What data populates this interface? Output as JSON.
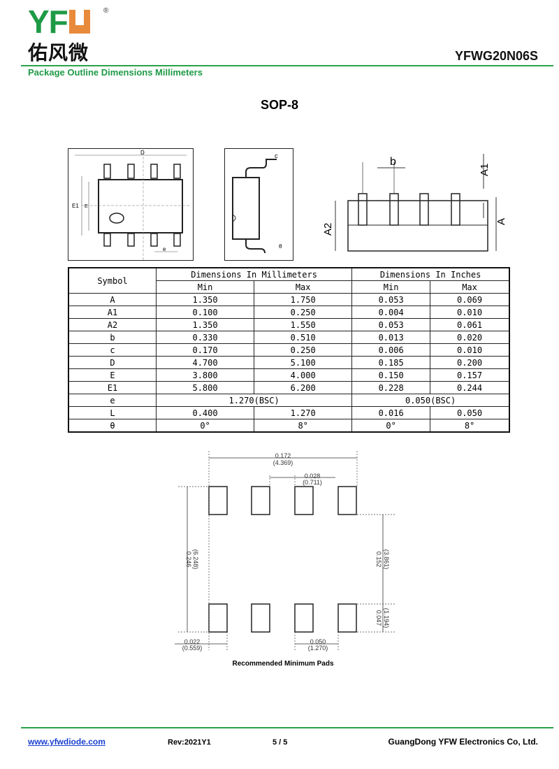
{
  "header": {
    "logo_text": "YFW",
    "logo_chinese": "佑风微",
    "part_number": "YFWG20N06S",
    "subtitle": "Package Outline Dimensions Millimeters"
  },
  "package_name": "SOP-8",
  "drawing_labels": {
    "D": "D",
    "E": "E",
    "E1": "E1",
    "e": "e",
    "c": "c",
    "theta": "θ",
    "b": "b",
    "A1": "A1",
    "A2": "A2",
    "A": "A"
  },
  "table": {
    "symbol_header": "Symbol",
    "mm_header": "Dimensions In Millimeters",
    "in_header": "Dimensions In Inches",
    "min": "Min",
    "max": "Max",
    "rows": [
      {
        "symbol": "A",
        "mm_min": "1.350",
        "mm_max": "1.750",
        "in_min": "0.053",
        "in_max": "0.069"
      },
      {
        "symbol": "A1",
        "mm_min": "0.100",
        "mm_max": "0.250",
        "in_min": "0.004",
        "in_max": "0.010"
      },
      {
        "symbol": "A2",
        "mm_min": "1.350",
        "mm_max": "1.550",
        "in_min": "0.053",
        "in_max": "0.061"
      },
      {
        "symbol": "b",
        "mm_min": "0.330",
        "mm_max": "0.510",
        "in_min": "0.013",
        "in_max": "0.020"
      },
      {
        "symbol": "c",
        "mm_min": "0.170",
        "mm_max": "0.250",
        "in_min": "0.006",
        "in_max": "0.010"
      },
      {
        "symbol": "D",
        "mm_min": "4.700",
        "mm_max": "5.100",
        "in_min": "0.185",
        "in_max": "0.200"
      },
      {
        "symbol": "E",
        "mm_min": "3.800",
        "mm_max": "4.000",
        "in_min": "0.150",
        "in_max": "0.157"
      },
      {
        "symbol": "E1",
        "mm_min": "5.800",
        "mm_max": "6.200",
        "in_min": "0.228",
        "in_max": "0.244"
      },
      {
        "symbol": "e",
        "mm_span": "1.270(BSC)",
        "in_span": "0.050(BSC)"
      },
      {
        "symbol": "L",
        "mm_min": "0.400",
        "mm_max": "1.270",
        "in_min": "0.016",
        "in_max": "0.050"
      },
      {
        "symbol": "θ",
        "mm_min": "0°",
        "mm_max": "8°",
        "in_min": "0°",
        "in_max": "8°"
      }
    ]
  },
  "pads": {
    "top_in": "0.172",
    "top_mm": "(4.369)",
    "gap_in": "0.028",
    "gap_mm": "(0.711)",
    "height_in": "0.246",
    "height_mm": "(6.248)",
    "inner_in": "0.152",
    "inner_mm": "(3.861)",
    "pad_in": "0.047",
    "pad_mm": "(1.194)",
    "width_in": "0.022",
    "width_mm": "(0.559)",
    "pitch_in": "0.050",
    "pitch_mm": "(1.270)",
    "caption": "Recommended Minimum Pads"
  },
  "footer": {
    "url": "www.yfwdiode.com",
    "rev": "Rev:2021Y1",
    "page": "5 / 5",
    "company": "GuangDong YFW Electronics Co, Ltd."
  },
  "colors": {
    "brand_green": "#1e9a46",
    "brand_orange": "#e88a3c",
    "link": "#1a3fd0"
  }
}
